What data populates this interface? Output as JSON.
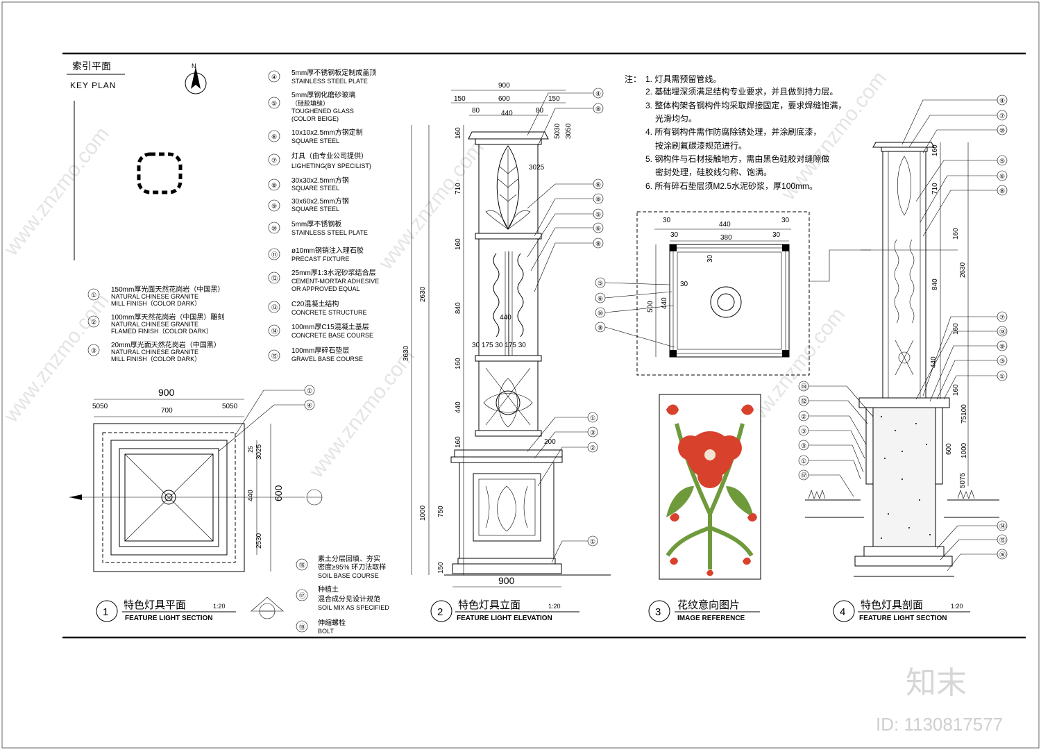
{
  "key_plan": {
    "title_cn": "索引平面",
    "title_en": "KEY PLAN"
  },
  "legend": [
    {
      "no": "①",
      "cn": "150mm厚光面天然花岗岩（中国黑）",
      "en1": "NATURAL CHINESE GRANITE",
      "en2": "MILL FINISH（COLOR DARK）"
    },
    {
      "no": "②",
      "cn": "100mm厚天然花岗岩（中国黑）雕刻",
      "en1": "NATURAL CHINESE GRANITE",
      "en2": "FLAMED FINISH（COLOR DARK）"
    },
    {
      "no": "③",
      "cn": "20mm厚光面天然花岗岩（中国黑）",
      "en1": "NATURAL CHINESE GRANITE",
      "en2": "MILL FINISH（COLOR DARK）"
    },
    {
      "no": "④",
      "cn": "5mm厚不锈钢板定制成盖顶",
      "en1": "STAINLESS STEEL PLATE",
      "en2": ""
    },
    {
      "no": "⑤",
      "cn": "5mm厚钢化磨砂玻璃",
      "en1": "（硅胶填缝）",
      "en2": "TOUGHENED GLASS",
      "en3": "(COLOR BEIGE)"
    },
    {
      "no": "⑥",
      "cn": "10x10x2.5mm方钢定制",
      "en1": "SQUARE STEEL",
      "en2": ""
    },
    {
      "no": "⑦",
      "cn": "灯具（由专业公司提供）",
      "en1": "LIGHETING(BY SPECILIST)",
      "en2": ""
    },
    {
      "no": "⑧",
      "cn": "30x30x2.5mm方钢",
      "en1": "SQUARE STEEL",
      "en2": ""
    },
    {
      "no": "⑨",
      "cn": "30x60x2.5mm方钢",
      "en1": "SQUARE STEEL",
      "en2": ""
    },
    {
      "no": "⑩",
      "cn": "5mm厚不锈钢板",
      "en1": "STAINLESS STEEL PLATE",
      "en2": ""
    },
    {
      "no": "⑪",
      "cn": "ø10mm钢销注入理石胶",
      "en1": "PRECAST FIXTURE",
      "en2": ""
    },
    {
      "no": "⑫",
      "cn": "25mm厚1:3水泥砂浆结合层",
      "en1": "CEMENT-MORTAR ADHESIVE",
      "en2": "OR APPROVED EQUAL"
    },
    {
      "no": "⑬",
      "cn": "C20混凝土结构",
      "en1": "CONCRETE STRUCTURE",
      "en2": ""
    },
    {
      "no": "⑭",
      "cn": "100mm厚C15混凝土基层",
      "en1": "CONCRETE BASE COURSE",
      "en2": ""
    },
    {
      "no": "⑮",
      "cn": "100mm厚碎石垫层",
      "en1": "GRAVEL BASE COURSE",
      "en2": ""
    },
    {
      "no": "⑯",
      "cn": "素土分层回填、夯实",
      "en1": "密度≥95% 环刀法取样",
      "en2": "SOIL BASE COURSE"
    },
    {
      "no": "⑰",
      "cn": "种植土",
      "en1": "混合成分见设计规范",
      "en2": "SOIL MIX AS SPECIFIED"
    },
    {
      "no": "⑱",
      "cn": "伸缩螺栓",
      "en1": "BOLT",
      "en2": ""
    }
  ],
  "notes": {
    "head": "注：",
    "items": [
      "1. 灯具需预留管线。",
      "2. 基础埋深须满足结构专业要求，并且做到持力层。",
      "3. 整体构架各钢构件均采取焊接固定，要求焊缝饱满，",
      "光滑均匀。",
      "4. 所有钢构件需作防腐除锈处理，并涂刷底漆，",
      "按涂刷氟碳漆规范进行。",
      "5. 钢构件与石材接触地方，需由黑色硅胶对缝隙做",
      "密封处理，硅胶线匀称、饱满。",
      "6. 所有碎石垫层须M2.5水泥砂浆，厚100mm。"
    ]
  },
  "views": [
    {
      "no": "1",
      "cn": "特色灯具平面",
      "scale": "1:20",
      "en": "FEATURE LIGHT SECTION"
    },
    {
      "no": "2",
      "cn": "特色灯具立面",
      "scale": "1:20",
      "en": "FEATURE LIGHT ELEVATION"
    },
    {
      "no": "3",
      "cn": "花纹意向图片",
      "scale": "",
      "en": "IMAGE REFERENCE"
    },
    {
      "no": "4",
      "cn": "特色灯具剖面",
      "scale": "1:20",
      "en": "FEATURE LIGHT SECTION"
    }
  ],
  "dims_plan": {
    "overall": "900",
    "inner": "700",
    "left": "5050",
    "right": "5050",
    "side": "600",
    "mid": "440",
    "top": "3025",
    "bot": "2530",
    "small": "25"
  },
  "dims_elev": {
    "w900": "900",
    "w600": "600",
    "w150a": "150",
    "w150b": "150",
    "w440": "440",
    "w80a": "80",
    "w80b": "80",
    "h160a": "160",
    "h710": "710",
    "h160b": "160",
    "h840": "840",
    "h160c": "160",
    "h440": "440",
    "h160d": "160",
    "h750": "750",
    "h150": "150",
    "htotal1": "2630",
    "htotal2": "3630",
    "hbase": "1000",
    "inner440": "440",
    "pieces": "30 175 30 175 30",
    "r200": "200",
    "d3025": "3025",
    "d5030": "5030",
    "d3050": "3050",
    "w900b": "900"
  },
  "dims_detail": {
    "w440": "440",
    "w380": "380",
    "l30": "30",
    "r30": "30",
    "d30": "30",
    "h500": "500",
    "h440": "440"
  },
  "dims_section": {
    "h160a": "160",
    "h710": "710",
    "h160b": "160",
    "h840": "840",
    "h2630": "2630",
    "h160c": "160",
    "h440": "440",
    "h160d": "160",
    "h600": "600",
    "h1000": "1000",
    "h75100": "75100",
    "h5075": "5075"
  },
  "brand": {
    "logo": "知末",
    "id": "ID: 1130817577",
    "watermark": "www.znzmo.com"
  },
  "colors": {
    "flower_red": "#d8412c",
    "leaf_green": "#6f9a3c"
  }
}
